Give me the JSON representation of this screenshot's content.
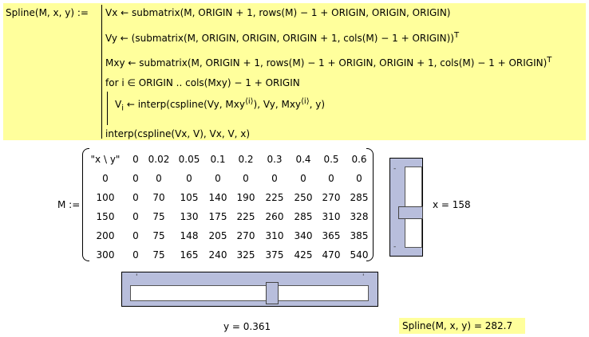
{
  "program": {
    "name": "Spline(M, x, y) :=",
    "line1": "Vx ← submatrix(M, ORIGIN + 1, rows(M) − 1 + ORIGIN, ORIGIN, ORIGIN)",
    "line2": "Vy ← (submatrix(M, ORIGIN, ORIGIN, ORIGIN + 1, cols(M) − 1 + ORIGIN))",
    "line3": "Mxy ← submatrix(M, ORIGIN + 1, rows(M) − 1 + ORIGIN, ORIGIN + 1, cols(M) − 1 + ORIGIN)",
    "line4": "for   i ∈ ORIGIN .. cols(Mxy) − 1 + ORIGIN",
    "line5_a": "V",
    "line5_sub": "i",
    "line5_b": "← interp(cspline(Vy, Mxy",
    "line5_sup1": "⟨i⟩",
    "line5_c": "), Vy, Mxy",
    "line5_sup2": "⟨i⟩",
    "line5_d": ", y)",
    "line6": "interp(cspline(Vx, V), Vx, V, x)",
    "transpose": "T"
  },
  "matrix": {
    "label": "M :=",
    "rows": [
      [
        "\"x \\ y\"",
        "0",
        "0.02",
        "0.05",
        "0.1",
        "0.2",
        "0.3",
        "0.4",
        "0.5",
        "0.6"
      ],
      [
        "0",
        "0",
        "0",
        "0",
        "0",
        "0",
        "0",
        "0",
        "0",
        "0"
      ],
      [
        "100",
        "0",
        "70",
        "105",
        "140",
        "190",
        "225",
        "250",
        "270",
        "285"
      ],
      [
        "150",
        "0",
        "75",
        "130",
        "175",
        "225",
        "260",
        "285",
        "310",
        "328"
      ],
      [
        "200",
        "0",
        "75",
        "148",
        "205",
        "270",
        "310",
        "340",
        "365",
        "385"
      ],
      [
        "300",
        "0",
        "75",
        "165",
        "240",
        "325",
        "375",
        "425",
        "470",
        "540"
      ]
    ]
  },
  "x_slider": {
    "readout": "x = 158",
    "level": 0.58
  },
  "y_slider": {
    "readout": "y = 0.361",
    "level": 0.6
  },
  "result": {
    "text": "Spline(M, x, y) = 282.7"
  }
}
